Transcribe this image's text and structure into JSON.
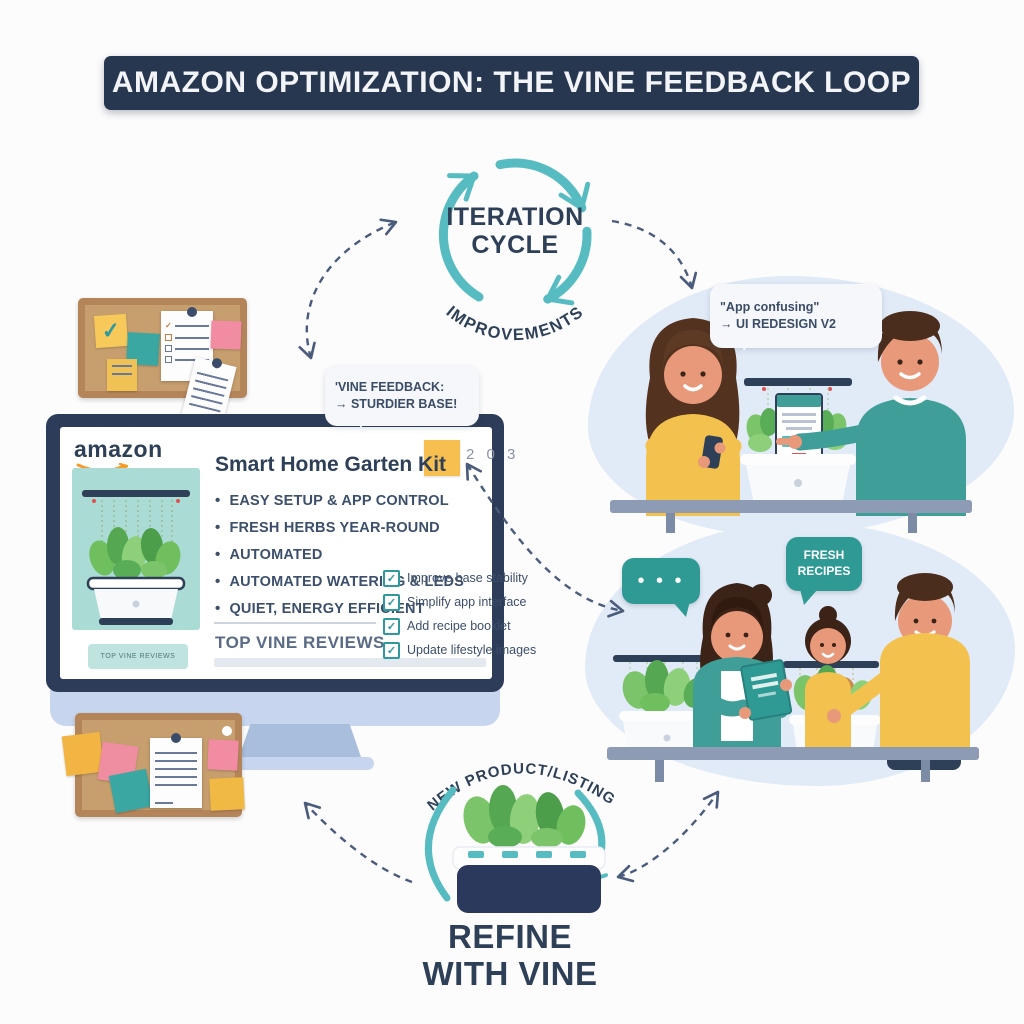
{
  "title": "AMAZON OPTIMIZATION: THE VINE FEEDBACK LOOP",
  "cycle": {
    "line1": "ITERATION",
    "line2": "CYCLE",
    "caption": "IMPROVEMENTS"
  },
  "callouts": {
    "vine_feedback_line1": "'VINE FEEDBACK:",
    "vine_feedback_line2": "→ STURDIER BASE!",
    "app_confusing_line1": "\"App confusing\"",
    "app_confusing_line2": "→ UI REDESIGN V2",
    "fresh_recipes_line1": "FRESH",
    "fresh_recipes_line2": "RECIPES",
    "typing_dots": "• • •"
  },
  "monitor": {
    "logo": "amazon",
    "sticky_number": "2 0 3",
    "product_title": "Smart Home Garten Kit",
    "bullets": [
      "EASY SETUP & APP CONTROL",
      "FRESH HERBS YEAR-ROUND",
      "AUTOMATED",
      "AUTOMATED WATERING & LEDS",
      "QUIET, ENERGY EFFICIENT"
    ],
    "checkmark": "✓",
    "checklist": [
      "Improve base stability",
      "Simplify app interface",
      "Add recipe booklet",
      "Update lifestyle images"
    ],
    "reviews_heading": "TOP VINE REVIEWS",
    "image_caption": "TOP VINE REVIEWS"
  },
  "bottom": {
    "arc_label": "NEW PRODUCT/LISTING",
    "refine_line1": "REFINE",
    "refine_line2": "WITH VINE"
  },
  "colors": {
    "accent_teal": "#57bcc2",
    "bubble_teal": "#2f9a94",
    "navy": "#2e4057",
    "banner_navy": "#27374f",
    "amazon_orange": "#f49b2a",
    "sticky_yellow": "#f6c455",
    "sticky_pink": "#ef8fa3",
    "cork_brown": "#c79f6e",
    "blob_blue": "#e1eaf7"
  }
}
